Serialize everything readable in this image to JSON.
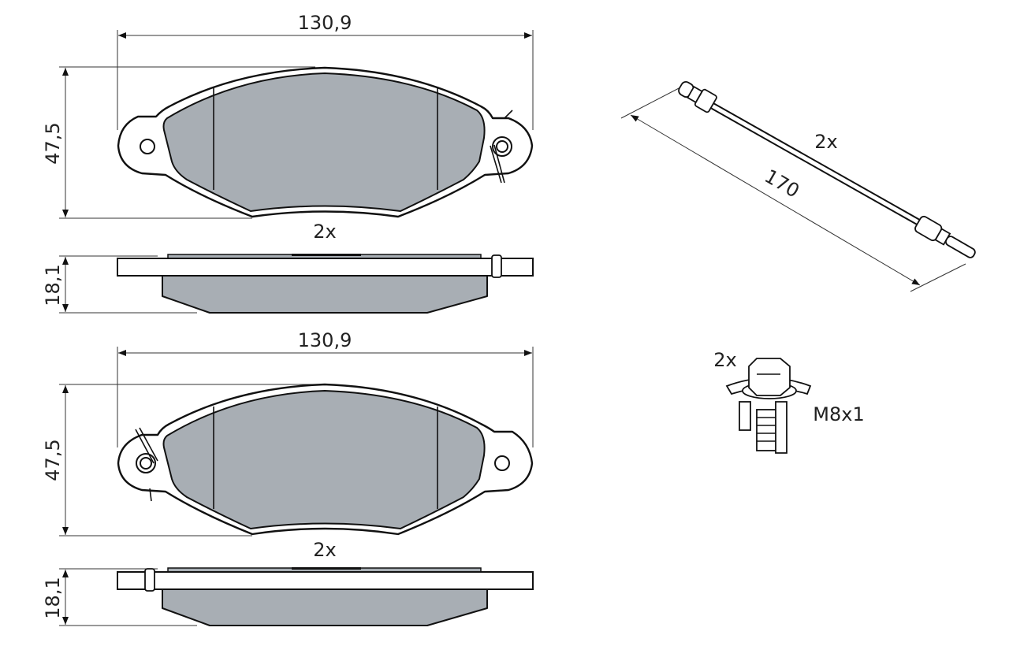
{
  "diagram": {
    "title": "Brake pad set technical drawing",
    "colors": {
      "friction_material": "#a8aeb4",
      "line": "#111111",
      "background": "#ffffff"
    },
    "pad_top": {
      "width_label": "130,9",
      "height_label": "47,5",
      "quantity_label": "2x",
      "thickness_label": "18,1"
    },
    "pad_bottom": {
      "width_label": "130,9",
      "height_label": "47,5",
      "quantity_label": "2x",
      "thickness_label": "18,1"
    },
    "wear_sensor": {
      "quantity_label": "2x",
      "length_label": "170"
    },
    "bolt": {
      "quantity_label": "2x",
      "thread_label": "M8x1"
    }
  }
}
